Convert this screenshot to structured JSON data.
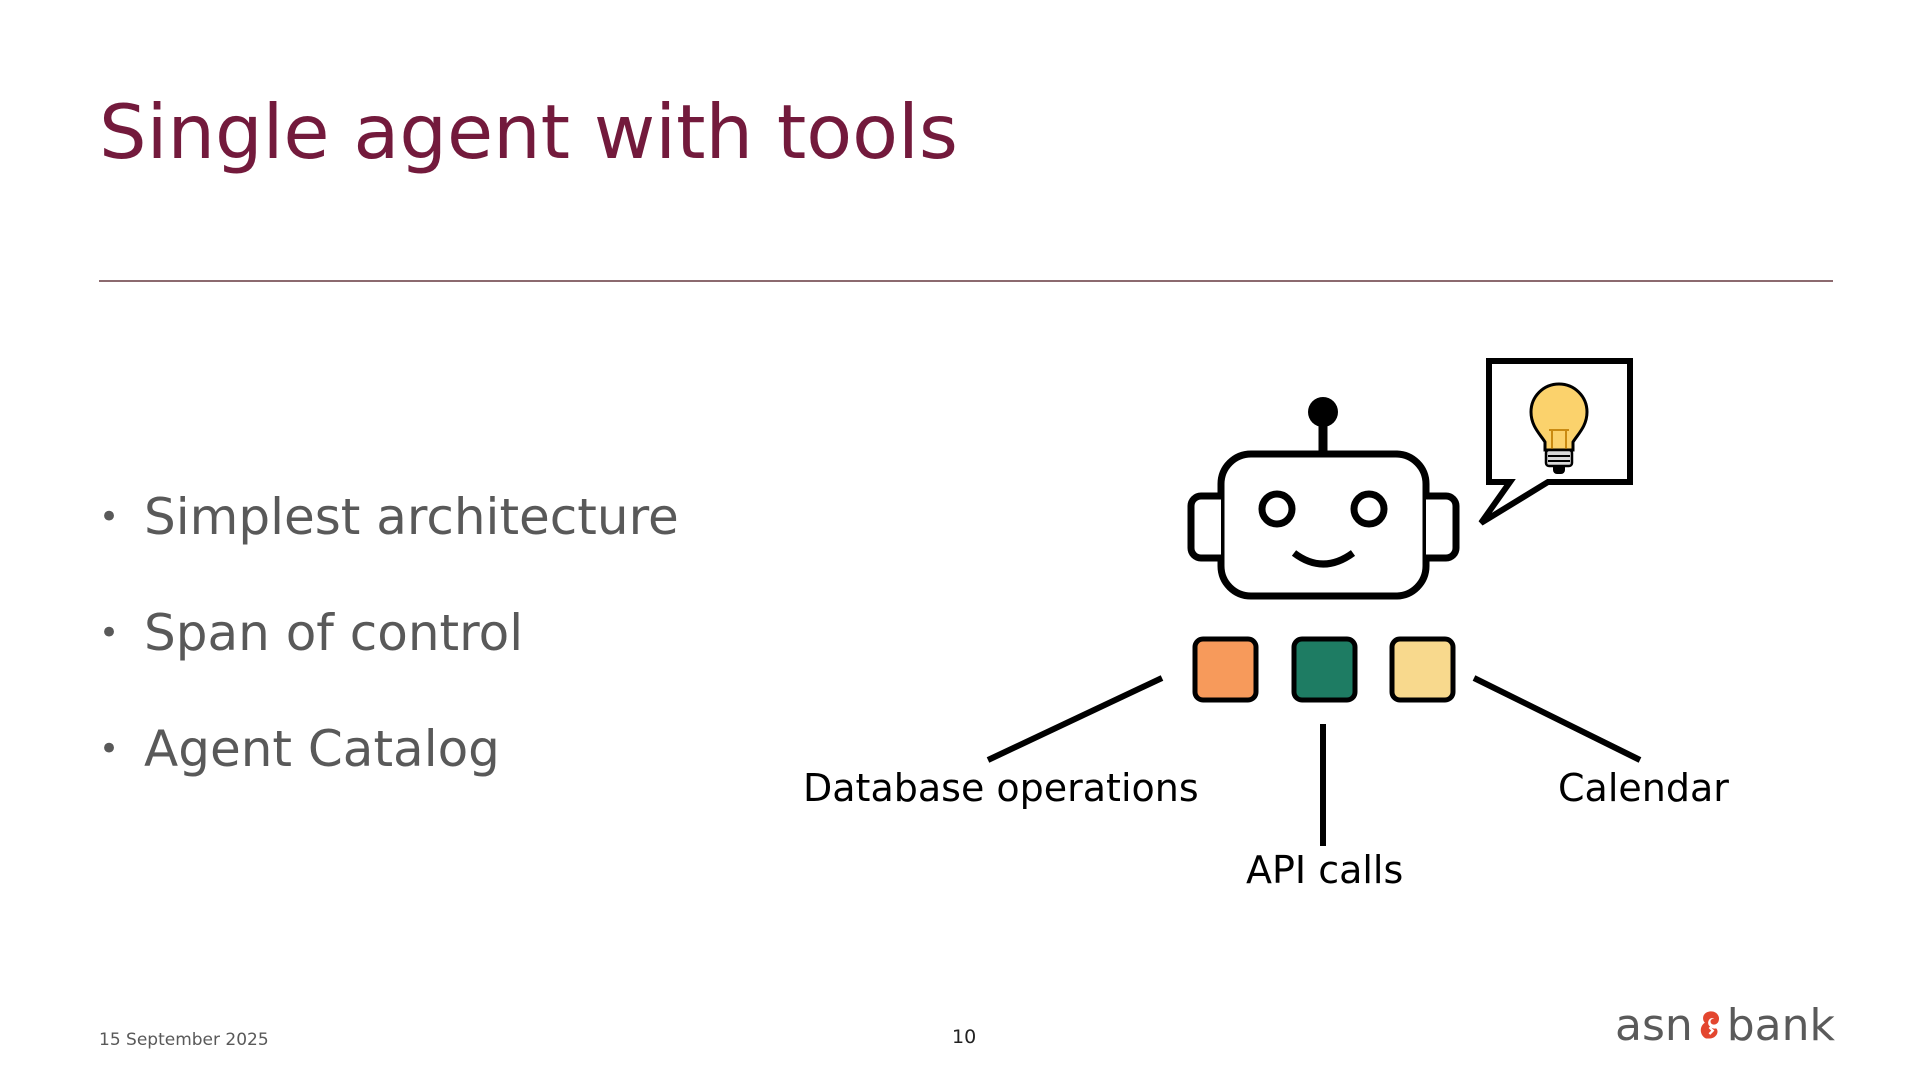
{
  "slide": {
    "title": "Single agent with tools",
    "bullets": [
      "Simplest architecture",
      "Span of control",
      "Agent Catalog"
    ],
    "bullet_marker": "•"
  },
  "diagram": {
    "icons": [
      "robot-icon",
      "speech-bubble-icon",
      "lightbulb-icon"
    ],
    "tools": [
      {
        "label": "Database operations",
        "color": "#f79a5b"
      },
      {
        "label": "API calls",
        "color": "#1e7c63"
      },
      {
        "label": "Calendar",
        "color": "#f8d98d"
      }
    ],
    "lightbulb_color": "#fbd26c"
  },
  "footer": {
    "date": "15 September 2025",
    "page_number": "10",
    "logo": {
      "left_text": "asn",
      "right_text": "bank",
      "accent_color": "#e3462f"
    }
  },
  "colors": {
    "title": "#731a3c",
    "body_text": "#595959",
    "divider": "#8c6a6f"
  }
}
